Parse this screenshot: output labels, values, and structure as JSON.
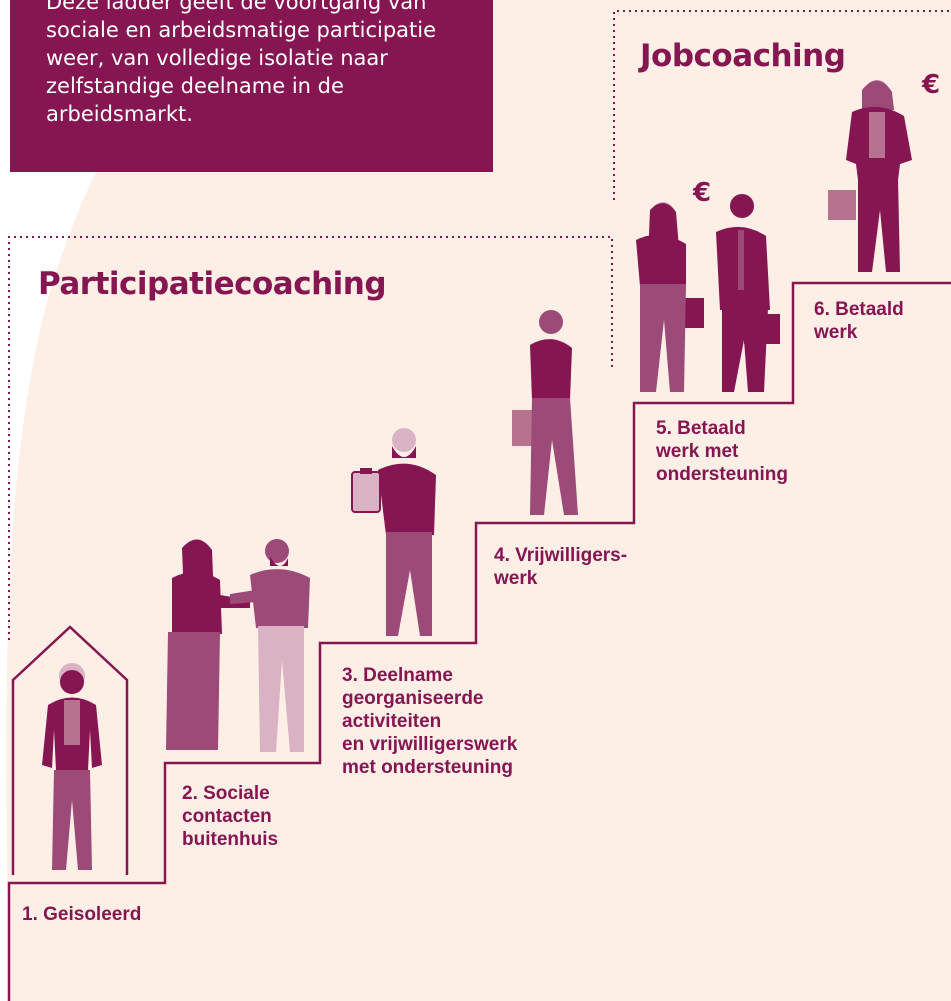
{
  "intro": {
    "text": "Deze ladder geeft de voortgang van\nsociale en arbeidsmatige participatie\nweer, van volledige isolatie naar\nzelfstandige deelname in de\narbeidsmarkt."
  },
  "sections": {
    "participation": "Participatiecoaching",
    "job": "Jobcoaching"
  },
  "steps": [
    {
      "label": "1. Geisoleerd"
    },
    {
      "label": "2. Sociale\ncontacten\nbuitenhuis"
    },
    {
      "label": "3. Deelname\ngeorganiseerde\nactiviteiten\nen vrijwilligerswerk\nmet ondersteuning"
    },
    {
      "label": "4. Vrijwilligers-\nwerk"
    },
    {
      "label": "5. Betaald\nwerk met\nondersteuning"
    },
    {
      "label": "6. Betaald\nwerk"
    }
  ],
  "euro_symbol": "€",
  "colors": {
    "brand": "#861652",
    "mid": "#9c4a78",
    "light": "#d9b3c4",
    "background": "#fdeee6"
  }
}
